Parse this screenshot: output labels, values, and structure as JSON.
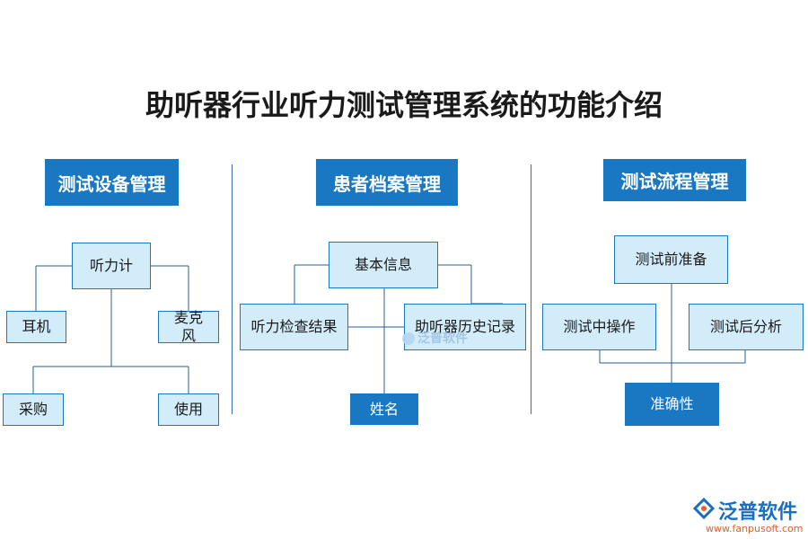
{
  "title": "助听器行业听力测试管理系统的功能介绍",
  "sections": [
    {
      "header": "测试设备管理",
      "nodes": {
        "root": "听力计",
        "left": "耳机",
        "right": "麦克风",
        "bottom_left": "采购",
        "bottom_right": "使用"
      }
    },
    {
      "header": "患者档案管理",
      "nodes": {
        "root": "基本信息",
        "left": "听力检查结果",
        "right": "助听器历史记录",
        "bottom": "姓名"
      }
    },
    {
      "header": "测试流程管理",
      "nodes": {
        "top": "测试前准备",
        "left": "测试中操作",
        "right": "测试后分析",
        "bottom": "准确性"
      }
    }
  ],
  "watermark": "泛普软件",
  "brand": {
    "name": "泛普软件",
    "url": "www.fanpusoft.com"
  },
  "colors": {
    "header_bg": "#1a77c1",
    "node_bg": "#d3ecfa",
    "node_border": "#1a77c1",
    "line": "#2a5f9a"
  }
}
